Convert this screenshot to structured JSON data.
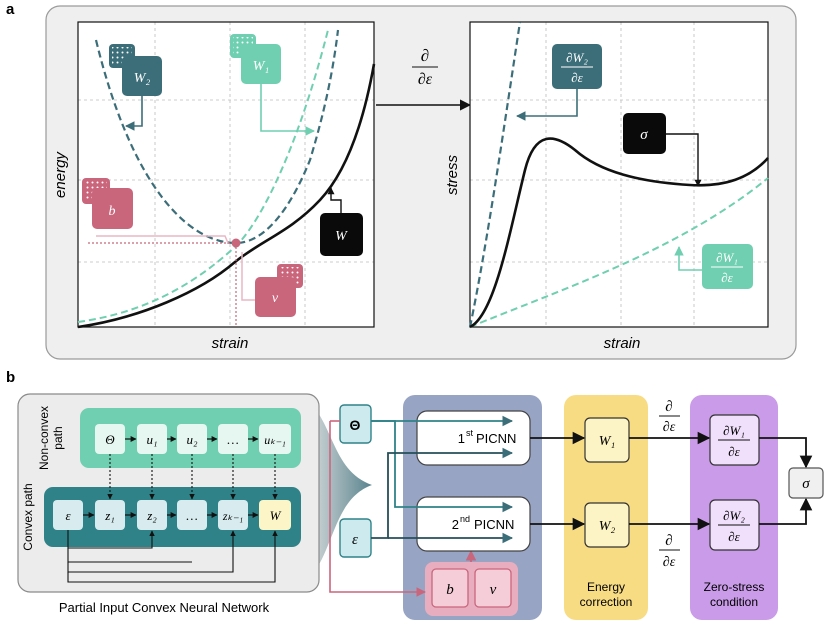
{
  "panel_a": {
    "label": "a",
    "operator": {
      "num": "∂",
      "den": "∂ε"
    },
    "energy_plot": {
      "xlabel": "strain",
      "ylabel": "energy",
      "tags": {
        "w2": "W₂",
        "w1": "W₁",
        "b": "b",
        "v": "v",
        "w": "W"
      }
    },
    "stress_plot": {
      "xlabel": "strain",
      "ylabel": "stress",
      "tags": {
        "dw2_num": "∂W₂",
        "dw2_den": "∂ε",
        "sigma": "σ",
        "dw1_num": "∂W₁",
        "dw1_den": "∂ε"
      }
    }
  },
  "panel_b": {
    "label": "b",
    "picnn": {
      "title": "Partial Input Convex Neural Network",
      "nonconvex_label_1": "Non-convex",
      "nonconvex_label_2": "path",
      "convex_label": "Convex path",
      "nonconvex_nodes": [
        "Θ",
        "u₁",
        "u₂",
        "…",
        "uₖ₋₁"
      ],
      "convex_nodes": [
        "ε",
        "z₁",
        "z₂",
        "…",
        "zₖ₋₁",
        "W"
      ]
    },
    "inputs": {
      "theta": "Θ",
      "eps": "ε"
    },
    "networks": {
      "first_sup": "st",
      "first_text": "PICNN",
      "first_num": "1",
      "second_sup": "nd",
      "second_text": "PICNN",
      "second_num": "2",
      "b": "b",
      "v": "v"
    },
    "energy_correction": {
      "w1": "W₁",
      "w2": "W₂",
      "label_1": "Energy",
      "label_2": "correction"
    },
    "operators": {
      "num": "∂",
      "den": "∂ε"
    },
    "zero_stress": {
      "dw1_num": "∂W₁",
      "dw1_den": "∂ε",
      "dw2_num": "∂W₂",
      "dw2_den": "∂ε",
      "label_1": "Zero-stress",
      "label_2": "condition"
    },
    "output": "σ"
  },
  "colors": {
    "dark_teal": "#3c6e7a",
    "light_teal": "#6fcfb0",
    "pink": "#c9667c",
    "yellow": "#f8dc84",
    "purple": "#c99be8",
    "slate": "#98a4c3"
  }
}
